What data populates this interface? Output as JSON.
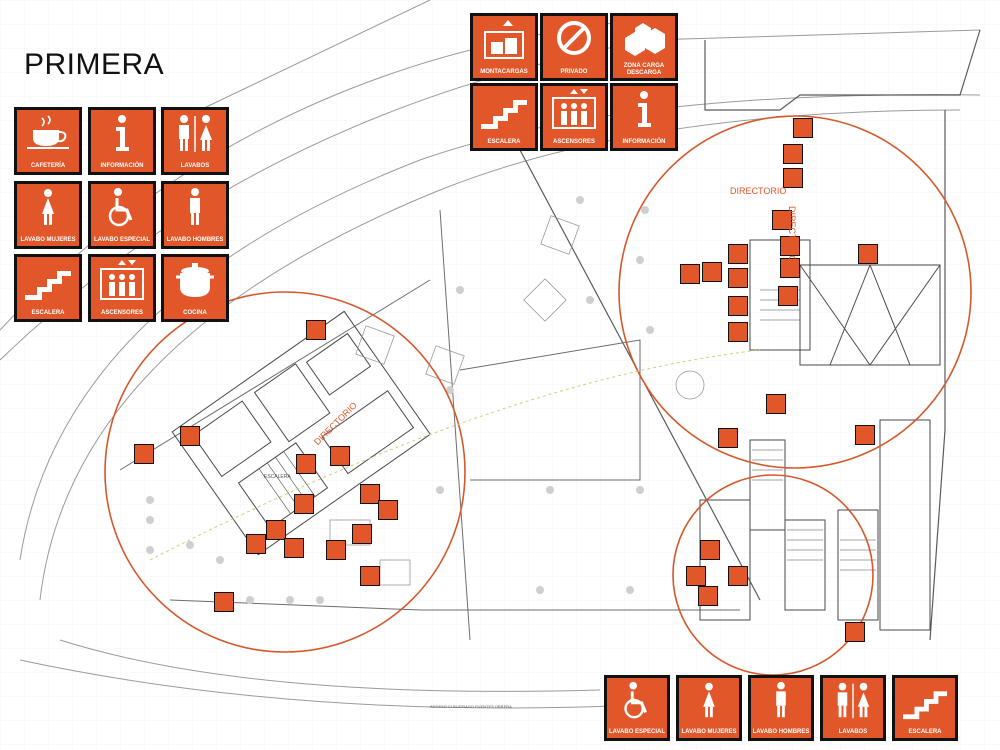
{
  "floor_title": "PRIMERA",
  "legend_left": [
    {
      "id": "cafeteria",
      "label": "CAFETERÍA",
      "icon": "cup-icon"
    },
    {
      "id": "informacion",
      "label": "INFORMACIÓN",
      "icon": "info-icon"
    },
    {
      "id": "lavabos",
      "label": "LAVABOS",
      "icon": "restroom-icon"
    },
    {
      "id": "lavabo-mujeres",
      "label": "LAVABO MUJERES",
      "icon": "woman-icon"
    },
    {
      "id": "lavabo-especial",
      "label": "LAVABO ESPECIAL",
      "icon": "wheelchair-icon"
    },
    {
      "id": "lavabo-hombres",
      "label": "LAVABO HOMBRES",
      "icon": "man-icon"
    },
    {
      "id": "escalera",
      "label": "ESCALERA",
      "icon": "stairs-icon"
    },
    {
      "id": "ascensores",
      "label": "ASCENSORES",
      "icon": "elevator-icon"
    },
    {
      "id": "cocina",
      "label": "COCINA",
      "icon": "pot-icon"
    }
  ],
  "legend_top": [
    {
      "id": "montacargas",
      "label": "MONTACARGAS",
      "icon": "freight-elevator-icon"
    },
    {
      "id": "privado",
      "label": "PRIVADO",
      "icon": "no-entry-icon"
    },
    {
      "id": "zona-carga",
      "label": "ZONA CARGA DESCARGA",
      "icon": "boxes-icon"
    },
    {
      "id": "escalera",
      "label": "ESCALERA",
      "icon": "stairs-icon"
    },
    {
      "id": "ascensores",
      "label": "ASCENSORES",
      "icon": "elevator-icon"
    },
    {
      "id": "informacion",
      "label": "INFORMACIÓN",
      "icon": "info-icon"
    }
  ],
  "legend_bottom": [
    {
      "id": "lavabo-especial",
      "label": "LAVABO ESPECIAL",
      "icon": "wheelchair-icon"
    },
    {
      "id": "lavabo-mujeres",
      "label": "LAVABO MUJERES",
      "icon": "woman-icon"
    },
    {
      "id": "lavabo-hombres",
      "label": "LAVABO HOMBRES",
      "icon": "man-icon"
    },
    {
      "id": "lavabos",
      "label": "LAVABOS",
      "icon": "restroom-icon"
    },
    {
      "id": "escalera",
      "label": "ESCALERA",
      "icon": "stairs-icon"
    }
  ],
  "directorio_label": "DIRECTORIO",
  "escalera_label": "ESCALERA",
  "access_label": "ACCESO C/ BUITRAGO FUENTES OBRERA",
  "colors": {
    "accent": "#e2572a",
    "line": "#8a8a8a",
    "grid": "#ececec",
    "sign_bg": "#111111"
  }
}
